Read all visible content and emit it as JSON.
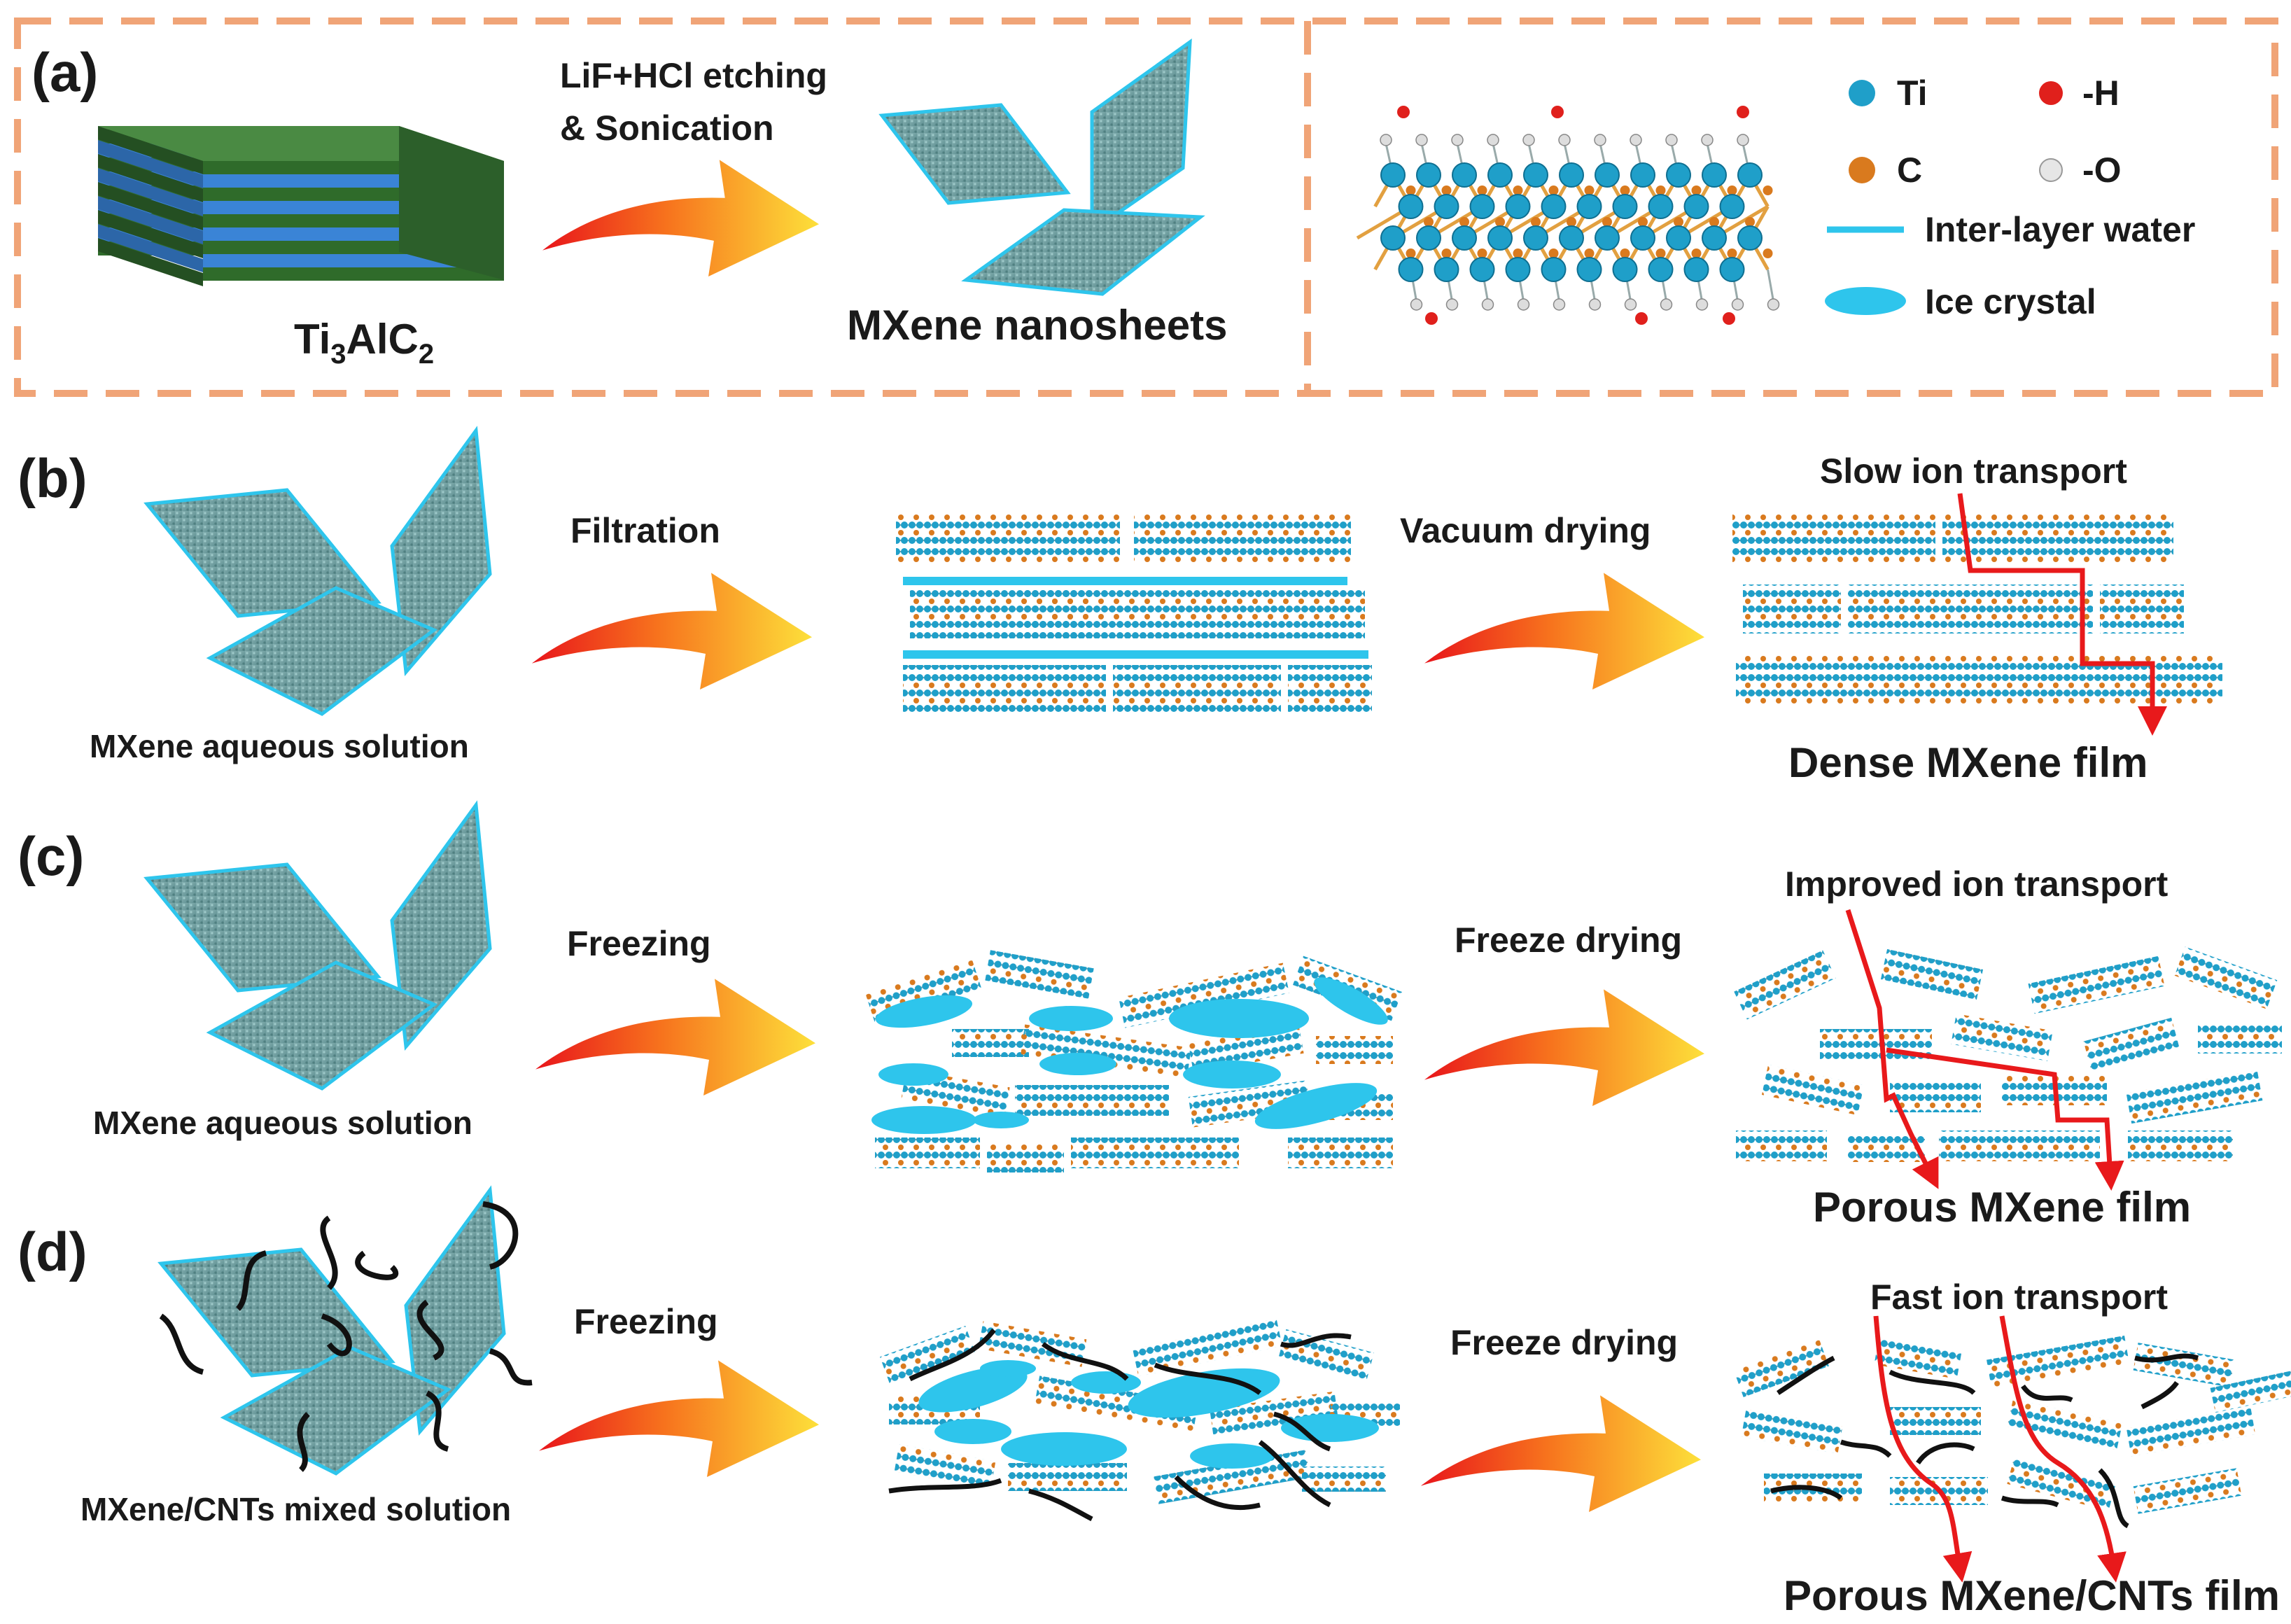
{
  "panel_a": {
    "label": "(a)",
    "step_line1": "LiF+HCl etching",
    "step_line2": "& Sonication",
    "precursor_main": "Ti",
    "precursor_sub1": "3",
    "precursor_mid": "AlC",
    "precursor_sub2": "2",
    "product": "MXene nanosheets"
  },
  "legend": {
    "items": [
      {
        "label": "Ti",
        "color": "#1f9fc9"
      },
      {
        "label": "-H",
        "color": "#e0201c"
      },
      {
        "label": "C",
        "color": "#d97a1e"
      },
      {
        "label": "-O",
        "color": "#dddddd"
      },
      {
        "label": "Inter-layer water",
        "color": "#2ec5ec"
      },
      {
        "label": "Ice crystal",
        "color": "#2ec5ec"
      }
    ]
  },
  "panel_b": {
    "label": "(b)",
    "source": "MXene aqueous solution",
    "step1": "Filtration",
    "step2": "Vacuum drying",
    "transport": "Slow ion transport",
    "result": "Dense MXene film"
  },
  "panel_c": {
    "label": "(c)",
    "source": "MXene aqueous solution",
    "step1": "Freezing",
    "step2": "Freeze drying",
    "transport": "Improved ion transport",
    "result": "Porous MXene film"
  },
  "panel_d": {
    "label": "(d)",
    "source": "MXene/CNTs mixed solution",
    "step1": "Freezing",
    "step2": "Freeze drying",
    "transport": "Fast ion transport",
    "result": "Porous MXene/CNTs film"
  },
  "colors": {
    "border": "#f0a477",
    "sheet": "#6e9e9f",
    "sheet_edge": "#2ec5ec",
    "ti": "#1f9fc9",
    "c": "#d97a1e",
    "h": "#e0201c",
    "o": "#dddddd",
    "water": "#2ec5ec",
    "ion_path": "#e8191b",
    "cnt": "#111111",
    "layer_green": "#2f6b2a",
    "layer_blue": "#3a84d6"
  }
}
